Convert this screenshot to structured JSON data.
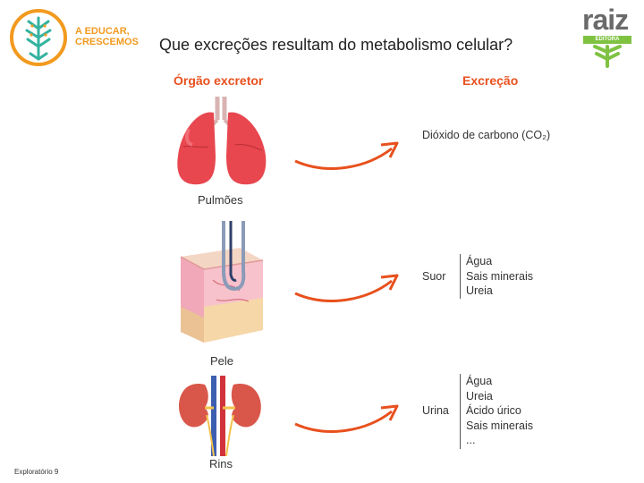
{
  "header": {
    "brand_line1": "A EDUCAR,",
    "brand_line2": "CRESCEMOS",
    "title": "Que excreções resultam do metabolismo celular?",
    "publisher": "raiz",
    "publisher_sub": "EDITORA"
  },
  "diagram": {
    "col_left": "Órgão excretor",
    "col_right": "Excreção",
    "rows": [
      {
        "organ": "Pulmões",
        "excretion": "Dióxido de carbono (CO₂)",
        "items": []
      },
      {
        "organ": "Pele",
        "excretion": "Suor",
        "items": [
          "Água",
          "Sais minerais",
          "Ureia"
        ]
      },
      {
        "organ": "Rins",
        "excretion": "Urina",
        "items": [
          "Água",
          "Ureia",
          "Ácido úrico",
          "Sais minerais",
          "..."
        ]
      }
    ]
  },
  "colors": {
    "accent": "#e8501d",
    "brand_green": "#7fc242",
    "brand_orange": "#f29a1f",
    "organ_red": "#e8474f"
  },
  "footer": {
    "text": "Exploratório 9"
  }
}
